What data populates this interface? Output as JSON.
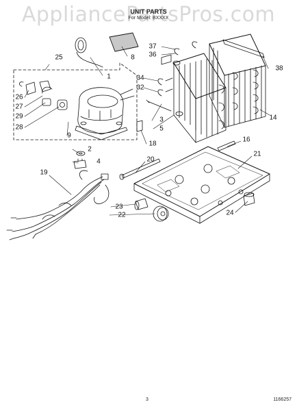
{
  "watermark": "AppliancePartsPros.com",
  "header": {
    "title": "UNIT PARTS",
    "subtitle": "For Model: BXXXX"
  },
  "callouts": [
    "1",
    "2",
    "3",
    "4",
    "5",
    "8",
    "9",
    "14",
    "16",
    "18",
    "19",
    "20",
    "21",
    "22",
    "23",
    "24",
    "25",
    "26",
    "27",
    "28",
    "29",
    "32",
    "34",
    "36",
    "37",
    "38"
  ],
  "footer": {
    "page_number": "3",
    "doc_code": "1166257"
  },
  "colors": {
    "line": "#111111",
    "watermark": "#d9d9d9"
  }
}
